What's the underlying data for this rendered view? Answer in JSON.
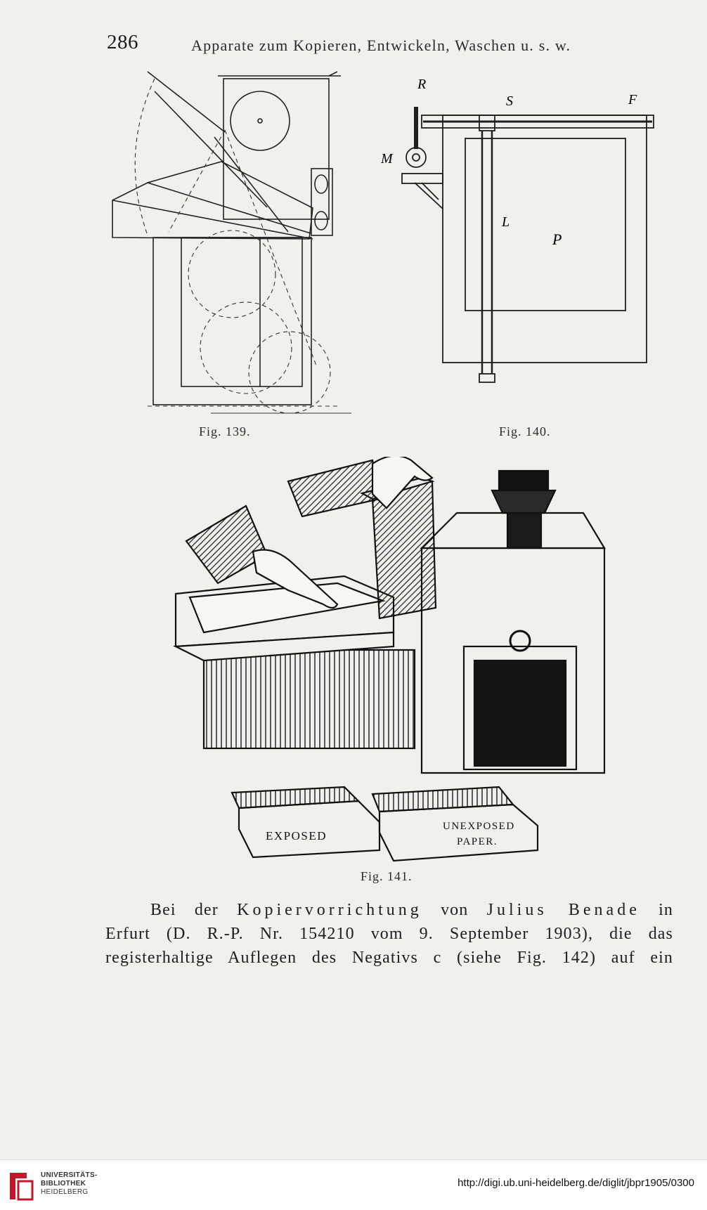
{
  "header": {
    "page_number": "286",
    "running_title": "Apparate zum Kopieren, Entwickeln, Waschen u. s. w."
  },
  "figures": {
    "fig139": {
      "caption": "Fig. 139."
    },
    "fig140": {
      "caption": "Fig. 140.",
      "labels": {
        "r": "R",
        "s": "S",
        "f": "F",
        "m": "M",
        "l": "L",
        "p": "P"
      }
    },
    "fig141": {
      "caption": "Fig. 141.",
      "box_left": "EXPOSED",
      "box_right_line1": "UNEXPOSED",
      "box_right_line2": "PAPER."
    }
  },
  "body": {
    "line1_a": "Bei der ",
    "line1_b": "Kopiervorrichtung",
    "line1_c": " von ",
    "line1_d": "Julius Benade",
    "line1_e": " in",
    "line2": "Erfurt (D. R.-P. Nr. 154210 vom 9. September 1903), die das",
    "line3": "registerhaltige Auflegen des Negativs c (siehe Fig. 142) auf ein"
  },
  "footer": {
    "library_line1": "UNIVERSITÄTS-",
    "library_line2": "BIBLIOTHEK",
    "library_line3": "HEIDELBERG",
    "url": "http://digi.ub.uni-heidelberg.de/diglit/jbpr1905/0300"
  },
  "colors": {
    "ink": "#1c1c1c",
    "paper": "#f1f0ec",
    "logo_red": "#c0182c"
  }
}
